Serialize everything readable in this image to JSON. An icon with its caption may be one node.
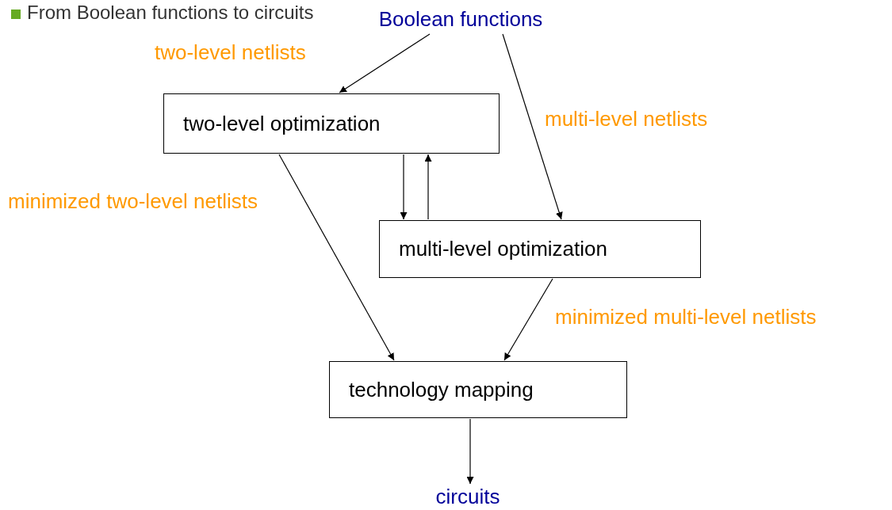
{
  "diagram": {
    "title": "From Boolean functions to circuits",
    "nodes": [
      {
        "text": [
          "Boolean functions"
        ]
      },
      {
        "text": [
          "two-level optimization"
        ]
      },
      {
        "text": [
          "multi-level optimization"
        ]
      },
      {
        "text": [
          "technology mapping"
        ]
      },
      {
        "text": [
          "circuits"
        ]
      }
    ],
    "edges": [
      {
        "from": 0,
        "to": 1,
        "arrow": "to",
        "label": "two-level netlists"
      },
      {
        "from": 0,
        "to": 2,
        "arrow": "to",
        "label": "multi-level netlists"
      },
      {
        "from": 1,
        "to": 2,
        "arrow": "to"
      },
      {
        "from": 2,
        "to": 1,
        "arrow": "to"
      },
      {
        "from": 1,
        "to": 3,
        "arrow": "to",
        "label": "minimized two-level netlists"
      },
      {
        "from": 2,
        "to": 3,
        "arrow": "to",
        "label": "minimized multi-level netlists"
      },
      {
        "from": 3,
        "to": 4,
        "arrow": "to"
      }
    ]
  }
}
